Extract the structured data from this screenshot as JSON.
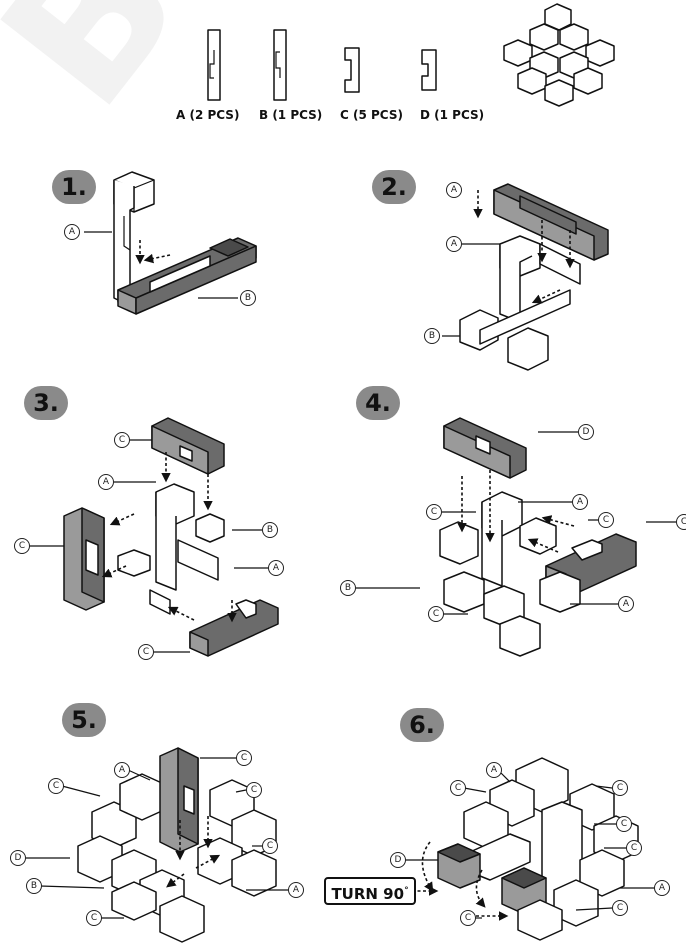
{
  "pieces": [
    {
      "label": "A (2 PCS)"
    },
    {
      "label": "B (1 PCS)"
    },
    {
      "label": "C (5 PCS)"
    },
    {
      "label": "D (1 PCS)"
    }
  ],
  "steps": [
    "1.",
    "2.",
    "3.",
    "4.",
    "5.",
    "6."
  ],
  "turn_label": "TURN 90",
  "turn_degree": "°",
  "part_tags": {
    "A": "A",
    "B": "B",
    "C": "C",
    "D": "D"
  },
  "colors": {
    "dark_piece": "#6b6b6b",
    "step_badge": "#8a8a8a",
    "outline": "#111111"
  }
}
